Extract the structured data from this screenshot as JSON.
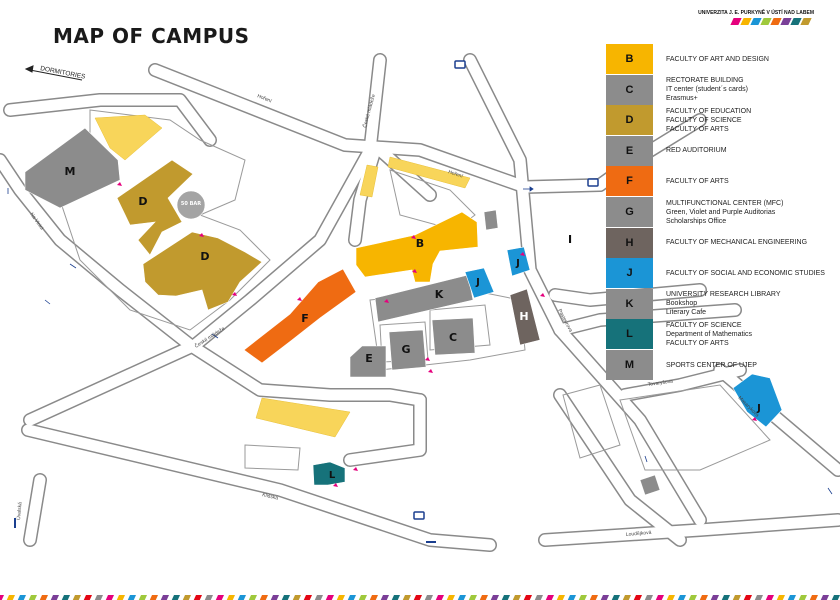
{
  "title": "MAP OF CAMPUS",
  "university": "UNIVERZITA J. E. PURKYNĚ V ÚSTÍ NAD LABEM",
  "direction_label": "DORMITORIES",
  "streets": {
    "hoeny": "Hoření",
    "ceske_mladeze_1": "České mládeže",
    "ceske_mladeze_2": "České mládeže",
    "na_vinici": "Na Vinici",
    "klisska": "Klíšská",
    "pasteurova": "Pasteurova",
    "tovarnicova": "Tovaryšova",
    "masarykova": "Masarykova",
    "loudejkova": "Loudějková",
    "horeni2": "Hoření",
    "usti": "Úvalská"
  },
  "building_labels": {
    "M": "M",
    "D1": "D",
    "D2": "D",
    "bar": "50 BAR",
    "B": "B",
    "F": "F",
    "K": "K",
    "J1": "J",
    "J2": "J",
    "J3": "J",
    "H": "H",
    "E": "E",
    "G": "G",
    "C": "C",
    "L": "L",
    "I": "I"
  },
  "legend": [
    {
      "letter": "B",
      "color": "#f7b500",
      "lines": [
        "FACULTY OF ART AND DESIGN"
      ]
    },
    {
      "letter": "C",
      "color": "#8c8c8c",
      "lines": [
        "RECTORATE BUILDING",
        "IT center (student´s cards)",
        "Erasmus+"
      ]
    },
    {
      "letter": "D",
      "color": "#c19a2e",
      "lines": [
        "FACULTY OF EDUCATION",
        "FACULTY OF SCIENCE",
        "FACULTY OF ARTS"
      ]
    },
    {
      "letter": "E",
      "color": "#8c8c8c",
      "lines": [
        "RED AUDITORIUM"
      ]
    },
    {
      "letter": "F",
      "color": "#ef6b12",
      "lines": [
        "FACULTY OF ARTS"
      ]
    },
    {
      "letter": "G",
      "color": "#8c8c8c",
      "lines": [
        "MULTIFUNCTIONAL CENTER (MFC)",
        "Green, Violet and Purple Auditorias",
        "Scholarships Office"
      ]
    },
    {
      "letter": "H",
      "color": "#6e645f",
      "lines": [
        "FACULTY OF MECHANICAL ENGINEERING"
      ]
    },
    {
      "letter": "J",
      "color": "#1b95d6",
      "lines": [
        "FACULTY OF SOCIAL AND ECONOMIC STUDIES"
      ]
    },
    {
      "letter": "K",
      "color": "#8c8c8c",
      "lines": [
        "UNIVERSITY RESEARCH LIBRARY",
        "Bookshop",
        "Literary Cafe"
      ]
    },
    {
      "letter": "L",
      "color": "#16727a",
      "lines": [
        "FACULTY OF SCIENCE",
        "Department of Mathematics",
        "FACULTY OF ARTS"
      ]
    },
    {
      "letter": "M",
      "color": "#8c8c8c",
      "lines": [
        "SPORTS CENTER OF UJEP"
      ]
    }
  ],
  "stripe_colors": [
    "#e5007d",
    "#f7b500",
    "#1b95d6",
    "#9fc93c",
    "#ef6b12",
    "#7a3f98",
    "#16727a",
    "#c19a2e",
    "#e30613",
    "#8c8c8c"
  ]
}
